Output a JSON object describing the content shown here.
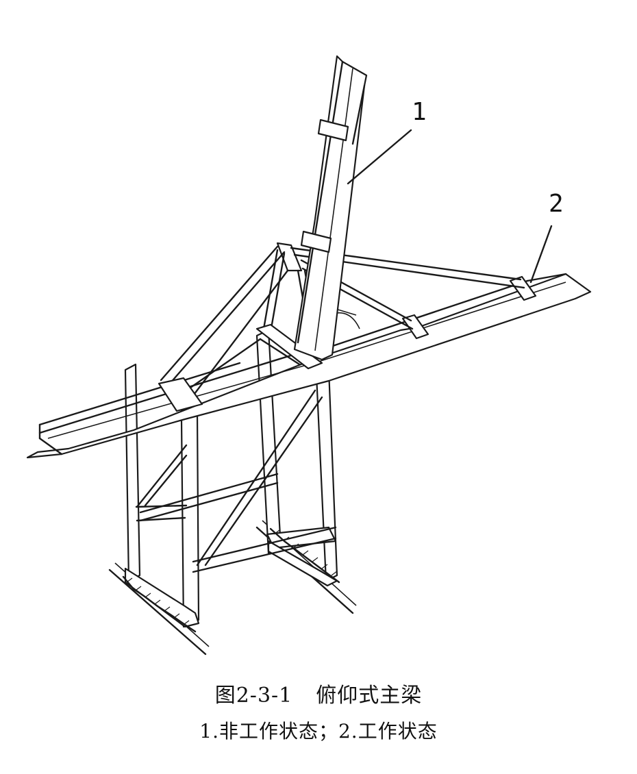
{
  "figure": {
    "callout_1": "1",
    "callout_2": "2"
  },
  "caption": {
    "figure_number": "图2-3-1",
    "title": "俯仰式主梁",
    "legend": "1.非工作状态；2.工作状态"
  }
}
